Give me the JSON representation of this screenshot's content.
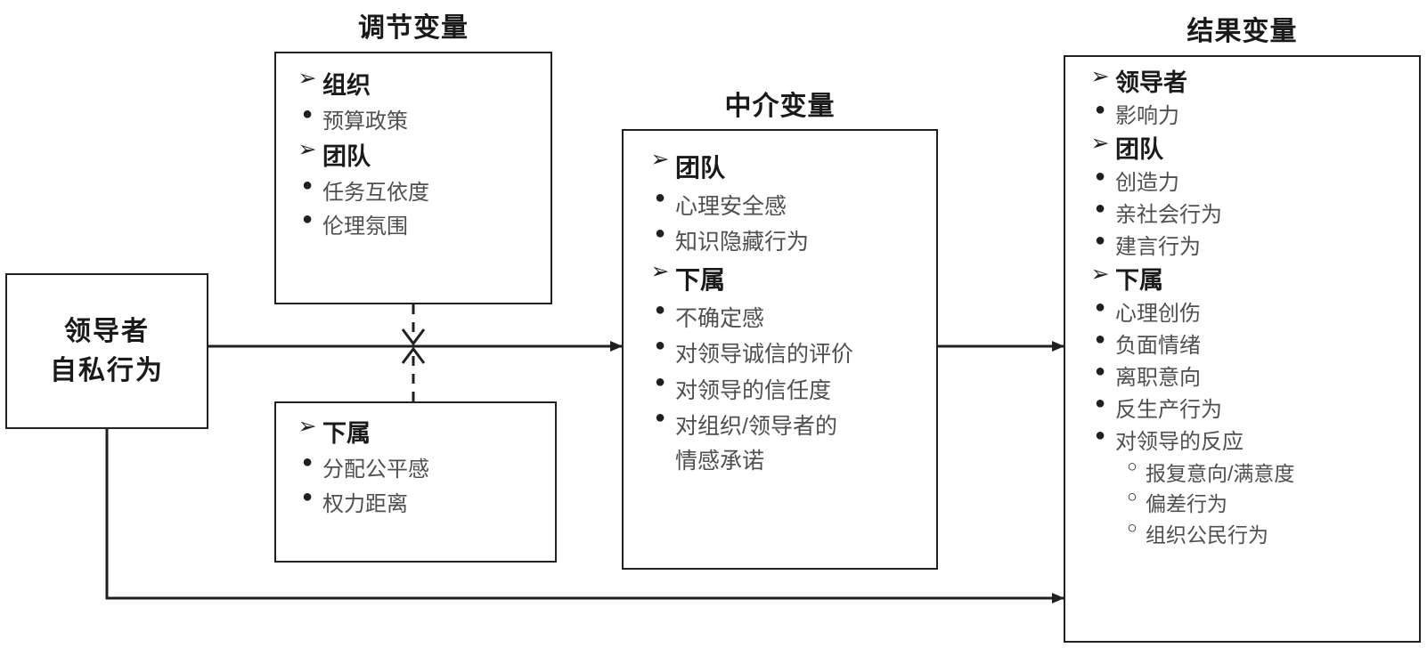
{
  "titles": {
    "moderator": "调节变量",
    "mediator": "中介变量",
    "outcome": "结果变量"
  },
  "source_box": {
    "line1": "领导者",
    "line2": "自私行为"
  },
  "markers": {
    "head": "➢",
    "bullet": "●",
    "hollow": "○"
  },
  "moderator_top": {
    "rows": [
      {
        "type": "head",
        "label": "组织"
      },
      {
        "type": "item",
        "label": "预算政策"
      },
      {
        "type": "head",
        "label": "团队"
      },
      {
        "type": "item",
        "label": "任务互依度"
      },
      {
        "type": "item",
        "label": "伦理氛围"
      }
    ]
  },
  "moderator_bottom": {
    "rows": [
      {
        "type": "head",
        "label": "下属"
      },
      {
        "type": "item",
        "label": "分配公平感"
      },
      {
        "type": "item",
        "label": "权力距离"
      }
    ]
  },
  "mediator": {
    "rows": [
      {
        "type": "head",
        "label": "团队"
      },
      {
        "type": "item",
        "label": "心理安全感"
      },
      {
        "type": "item",
        "label": "知识隐藏行为"
      },
      {
        "type": "head",
        "label": "下属"
      },
      {
        "type": "item",
        "label": "不确定感"
      },
      {
        "type": "item",
        "label": "对领导诚信的评价"
      },
      {
        "type": "item",
        "label": "对领导的信任度"
      },
      {
        "type": "item",
        "label": "对组织/领导者的"
      },
      {
        "type": "cont",
        "label": "情感承诺"
      }
    ]
  },
  "outcome": {
    "rows": [
      {
        "type": "head",
        "label": "领导者"
      },
      {
        "type": "item",
        "label": "影响力"
      },
      {
        "type": "head",
        "label": "团队"
      },
      {
        "type": "item",
        "label": "创造力"
      },
      {
        "type": "item",
        "label": "亲社会行为"
      },
      {
        "type": "item",
        "label": "建言行为"
      },
      {
        "type": "head",
        "label": "下属"
      },
      {
        "type": "item",
        "label": "心理创伤"
      },
      {
        "type": "item",
        "label": "负面情绪"
      },
      {
        "type": "item",
        "label": "离职意向"
      },
      {
        "type": "item",
        "label": "反生产行为"
      },
      {
        "type": "item",
        "label": "对领导的反应"
      },
      {
        "type": "sub",
        "label": "报复意向/满意度"
      },
      {
        "type": "sub",
        "label": "偏差行为"
      },
      {
        "type": "sub",
        "label": "组织公民行为"
      }
    ]
  },
  "colors": {
    "stroke": "#231f20",
    "heading_text": "#1a1a1a",
    "item_text": "#4f4f4f",
    "background": "#ffffff"
  },
  "connectors": [
    {
      "name": "source-to-mediator",
      "style": "solid",
      "arrow": "filled"
    },
    {
      "name": "mediator-to-outcome",
      "style": "solid",
      "arrow": "filled"
    },
    {
      "name": "source-to-outcome-direct",
      "style": "solid",
      "arrow": "filled"
    },
    {
      "name": "moderator-top-to-path",
      "style": "dashed",
      "arrow": "open"
    },
    {
      "name": "moderator-bottom-to-path",
      "style": "dashed",
      "arrow": "open"
    }
  ]
}
